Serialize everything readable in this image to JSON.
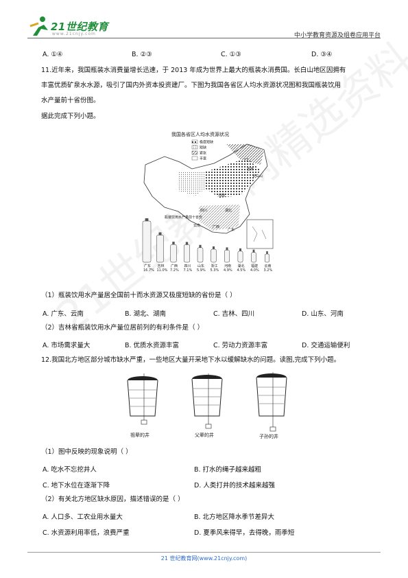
{
  "header": {
    "logo_text": "21世纪教育",
    "logo_sub": "www.21cnjy.com",
    "platform": "中小学教育资源及组卷应用平台"
  },
  "q10_options": [
    "A. ①④",
    "B. ②③",
    "C. ①③",
    "D. ③④"
  ],
  "q11": {
    "stem_lines": [
      "11.近年来，我国瓶装水消费量增长迅速，于 2013 年成为世界上最大的瓶装水消费国。长白山地区因拥有",
      "丰富优质矿泉水水源，吸引了国内外资本投资建厂。下图为我国各省区人均水资源状况图和我国瓶装饮用",
      "水产量前十省份图。"
    ],
    "instruction": "据此完成下列小题。",
    "map": {
      "title": "我国各省区人均水资源状况",
      "legend": [
        "极度短缺",
        "短缺",
        "紧张",
        "丰富"
      ],
      "labels": [
        "吉林",
        "长白山",
        "河南",
        "四川",
        "湖北",
        "广西",
        "云南",
        "广东"
      ],
      "bottle_title": "瓶装饮用水产量前十省份",
      "bottles": [
        {
          "name": "广东",
          "value": "16.7%"
        },
        {
          "name": "吉林",
          "value": "11.0%"
        },
        {
          "name": "广西",
          "value": "7.2%"
        },
        {
          "name": "四川",
          "value": "7.1%"
        },
        {
          "name": "山东",
          "value": "5.9%"
        },
        {
          "name": "浙江",
          "value": "5.3%"
        },
        {
          "name": "河南",
          "value": "4.9%"
        },
        {
          "name": "湖北",
          "value": "4.5%"
        },
        {
          "name": "福建",
          "value": "4.0%"
        },
        {
          "name": "云南",
          "value": "3.2%"
        }
      ]
    },
    "sub1": {
      "text": "（1）瓶装饮用水产量居全国前十而水资源又极度短缺的省份是（    ）",
      "options": [
        "A. 广东、云南",
        "B. 湖北、湖南",
        "C. 吉林、四川",
        "D. 山东、河南"
      ]
    },
    "sub2": {
      "text": "（2）吉林省瓶装饮用水产量位居前列的有利条件是（    ）",
      "options": [
        "A. 市场需求量大",
        "B. 优质水资源丰富",
        "C. 劳动力资源丰富",
        "D. 交通运输便利"
      ]
    }
  },
  "q12": {
    "stem": "12.我国北方地区部分城市缺水严重，一些地区大量开采地下水以缓解缺水的问题。读图,完成下列小题。",
    "wells": [
      "祖辈的井",
      "父辈的井",
      "子孙的井"
    ],
    "sub1": {
      "text": "（1）图中反映的现象说明（    ）",
      "options": [
        "A. 吃水不忘挖井人",
        "B. 打水的绳子越来越粗",
        "C. 地下水位在逐渐下降",
        "D. 人类打井的技术越来越强"
      ]
    },
    "sub2": {
      "text": "（2）有关北方地区缺水原因，描述错误的是（    ）",
      "options": [
        "A. 人口多、工农业用水量大",
        "B. 北方地区降水季节差异大",
        "C. 水资源利用率低，浪费严重",
        "D. 夏季风来得早，去得晚，雨季短"
      ]
    }
  },
  "footer": "21 世纪教育网(www.21cnjy.com)",
  "watermark": "21世纪教育网精选资料"
}
